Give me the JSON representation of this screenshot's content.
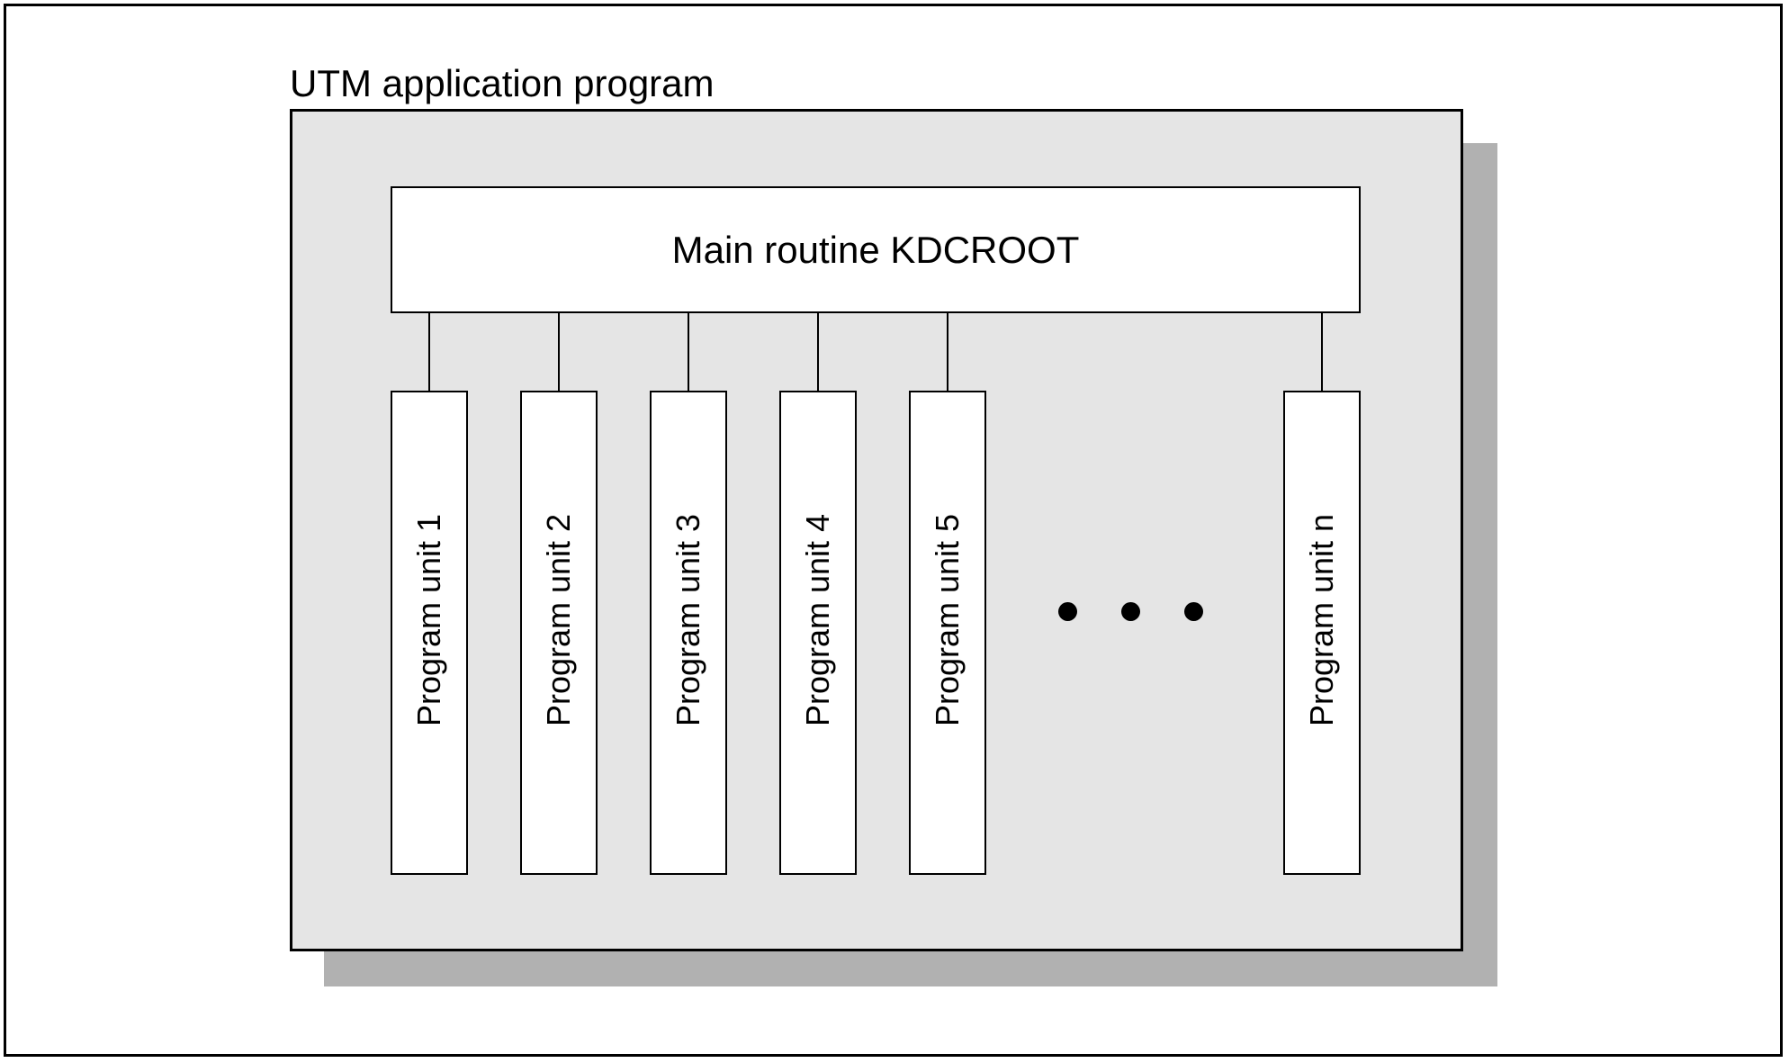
{
  "diagram": {
    "title": "UTM application program",
    "main_routine": {
      "label": "Main routine KDCROOT"
    },
    "program_units": [
      {
        "label": "Program unit 1"
      },
      {
        "label": "Program unit 2"
      },
      {
        "label": "Program unit 3"
      },
      {
        "label": "Program unit 4"
      },
      {
        "label": "Program unit 5"
      },
      {
        "label": "Program unit n"
      }
    ],
    "ellipsis_dot_count": 3,
    "colors": {
      "background": "#ffffff",
      "panel_fill": "#e5e5e5",
      "panel_shadow": "#b1b1b1",
      "box_fill": "#ffffff",
      "line": "#000000"
    }
  }
}
